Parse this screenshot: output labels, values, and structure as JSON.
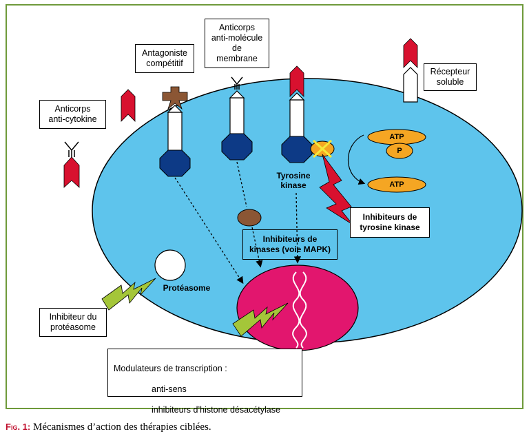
{
  "labels": {
    "anticorps_cytokine": "Anticorps\nanti-cytokine",
    "antagoniste": "Antagoniste\ncompétitif",
    "anticorps_membrane": "Anticorps\nanti-molécule\nde\nmembrane",
    "recepteur_soluble": "Récepteur\nsoluble",
    "tyrosine_kinase": "Tyrosine\nkinase",
    "atp_top": "ATP",
    "p": "P",
    "atp_bottom": "ATP",
    "inhibiteurs_tk": "Inhibiteurs de\ntyrosine kinase",
    "inhibiteurs_kinases": "Inhibiteurs de\nkinases (voie MAPK)",
    "proteasome": "Protéasome",
    "inhibiteur_proteasome": "Inhibiteur du\nprotéasome",
    "modulateurs_title": "Modulateurs de transcription :",
    "modulateurs_item1": "anti-sens",
    "modulateurs_item2": "inhibiteurs d’histone désacétylase"
  },
  "caption": {
    "fig": "Fig. 1:",
    "text": "Mécanismes d’action des thérapies ciblées."
  },
  "colors": {
    "frame": "#6e9a3a",
    "cell": "#5ec4ec",
    "nucleus": "#e2166e",
    "receptor_head": "#0d3a86",
    "ligand_red": "#d8112f",
    "antagonist": "#8b5634",
    "kinase_orange": "#f5a623",
    "lightning_green": "#a4c639",
    "caption_red": "#c0102e"
  }
}
